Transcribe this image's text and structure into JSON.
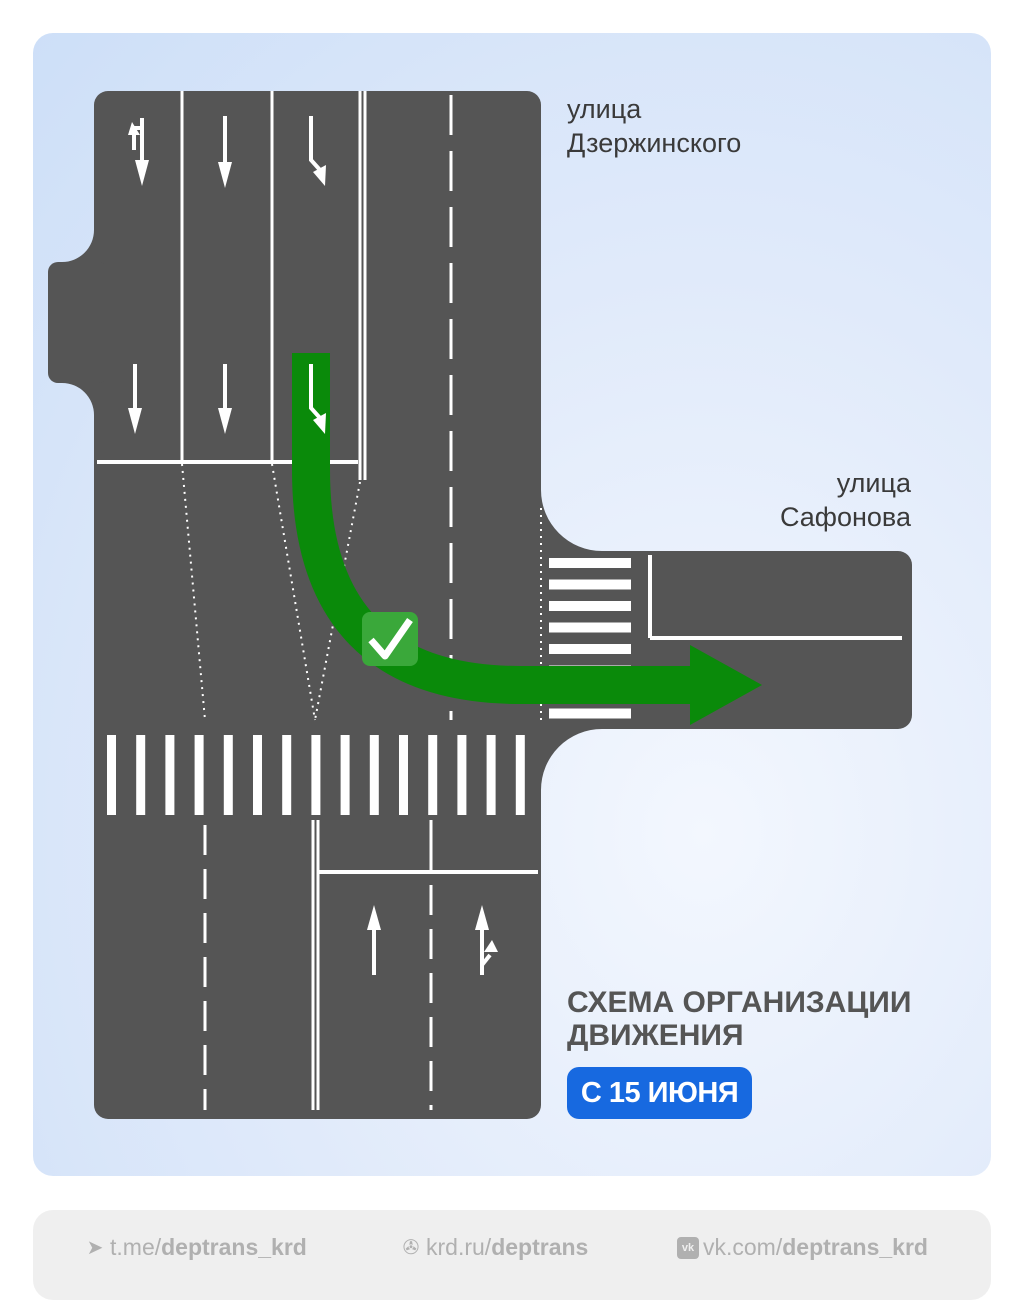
{
  "streets": {
    "dzerzhinskogo": {
      "line1": "улица",
      "line2": "Дзержинского"
    },
    "safonova": {
      "line1": "улица",
      "line2": "Сафонова"
    }
  },
  "title": {
    "line1": "СХЕМА ОРГАНИЗАЦИИ",
    "line2": "ДВИЖЕНИЯ"
  },
  "badge": "С 15 ИЮНЯ",
  "colors": {
    "road": "#555555",
    "route": "#0a8a0a",
    "badge": "#1769e0"
  },
  "footer": {
    "links": [
      {
        "icon": "telegram-icon",
        "prefix": "t.me/",
        "bold": "deptrans_krd"
      },
      {
        "icon": "krd-logo-icon",
        "prefix": "krd.ru/",
        "bold": "deptrans"
      },
      {
        "icon": "vk-icon",
        "prefix": "vk.com/",
        "bold": "deptrans_krd"
      }
    ]
  }
}
